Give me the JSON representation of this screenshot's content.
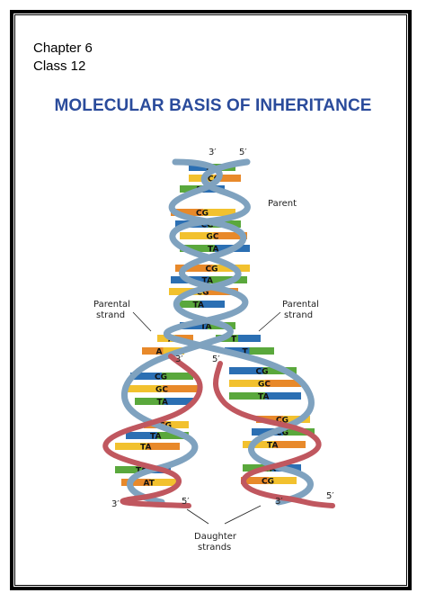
{
  "header": {
    "chapter": "Chapter 6",
    "class": "Class 12"
  },
  "title": "MOLECULAR BASIS OF INHERITANCE",
  "figure": {
    "top_3prime": "3′",
    "top_5prime": "5′",
    "parent_label": "Parent",
    "parental_strand_left": [
      "Parental",
      "strand"
    ],
    "parental_strand_right": [
      "Parental",
      "strand"
    ],
    "fork_5prime_left": "3′",
    "fork_5prime_right": "5′",
    "bottom_left_3prime": "3′",
    "bottom_left_5prime": "5′",
    "bottom_right_3prime": "3′",
    "bottom_right_5prime": "5′",
    "daughter_label": [
      "Daughter",
      "strands"
    ],
    "base_pairs_parent": [
      "TA",
      "CG",
      "AT",
      "CG",
      "CG",
      "GC",
      "TA",
      "CG",
      "TA",
      "CG",
      "TA"
    ],
    "fork_bases": [
      "TA",
      "A",
      "T",
      "A",
      "T",
      "C",
      "G"
    ],
    "left_daughter_bases": [
      "CG",
      "GC",
      "TA",
      "CG",
      "TA",
      "TA",
      "TA",
      "AT"
    ],
    "right_daughter_bases": [
      "CG",
      "GC",
      "TA",
      "CG",
      "CG",
      "TA",
      "TA",
      "CG"
    ],
    "colors": {
      "backbone_parent": "#7fa2bf",
      "backbone_daughter": "#c0575f",
      "base_blue": "#2b6fb3",
      "base_yellow": "#f2c12e",
      "base_green": "#5aa83c",
      "base_orange": "#e8892a"
    }
  }
}
